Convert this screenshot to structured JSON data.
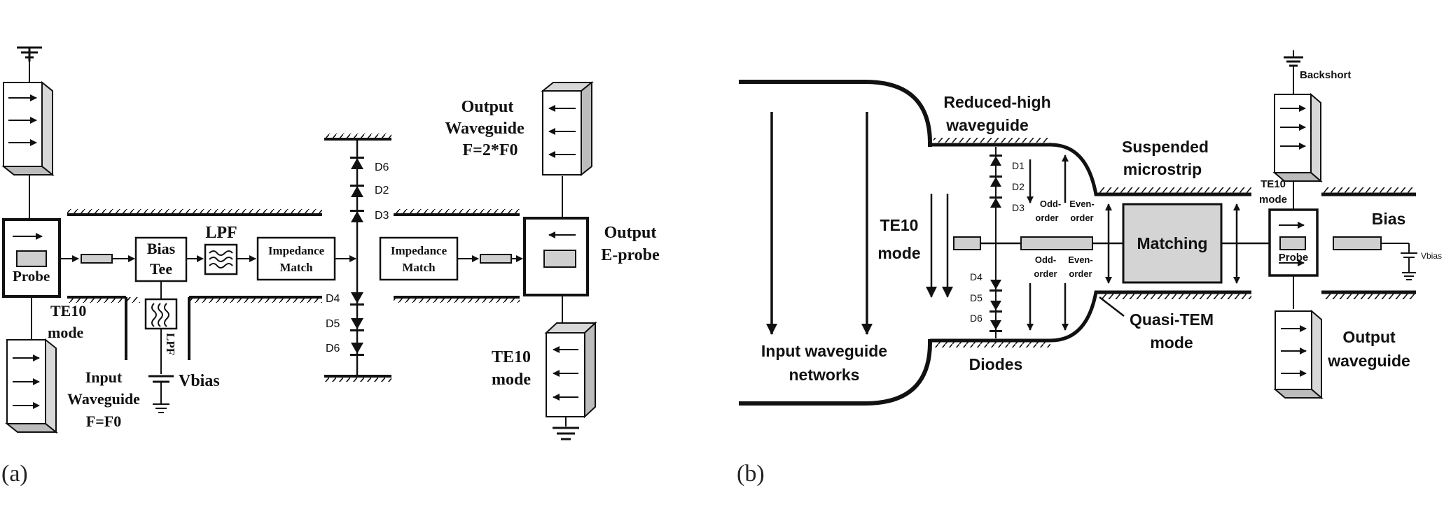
{
  "captions": {
    "a": "(a)",
    "b": "(b)"
  },
  "panel_a": {
    "probe": "Probe",
    "bias_tee_1": "Bias",
    "bias_tee_2": "Tee",
    "lpf": "LPF",
    "lpf_vertical": "LPF",
    "impedance_1_line1": "Impedance",
    "impedance_1_line2": "Match",
    "impedance_2_line1": "Impedance",
    "impedance_2_line2": "Match",
    "te10_left_1": "TE10",
    "te10_left_2": "mode",
    "input_1": "Input",
    "input_2": "Waveguide",
    "input_3": "F=F0",
    "vbias": "Vbias",
    "output_wg_1": "Output",
    "output_wg_2": "Waveguide",
    "output_wg_3": "F=2*F0",
    "output_probe_1": "Output",
    "output_probe_2": "E-probe",
    "te10_right_1": "TE10",
    "te10_right_2": "mode",
    "diodes": [
      "D6",
      "D2",
      "D3",
      "D4",
      "D5",
      "D6"
    ]
  },
  "panel_b": {
    "reduced_1": "Reduced-high",
    "reduced_2": "waveguide",
    "suspended_1": "Suspended",
    "suspended_2": "microstrip",
    "te10_1": "TE10",
    "te10_2": "mode",
    "input_1": "Input waveguide",
    "input_2": "networks",
    "diodes": "Diodes",
    "odd_top_1": "Odd-",
    "odd_top_2": "order",
    "even_top_1": "Even-",
    "even_top_2": "order",
    "odd_bot_1": "Odd-",
    "odd_bot_2": "order",
    "even_bot_1": "Even-",
    "even_bot_2": "order",
    "matching": "Matching",
    "quasi_1": "Quasi-TEM",
    "quasi_2": "mode",
    "backshort": "Backshort",
    "te10_small_1": "TE10",
    "te10_small_2": "mode",
    "probe": "Probe",
    "bias": "Bias",
    "vbias": "Vbias",
    "output_1": "Output",
    "output_2": "waveguide",
    "diode_labels": [
      "D1",
      "D2",
      "D3",
      "D4",
      "D5",
      "D6"
    ]
  }
}
